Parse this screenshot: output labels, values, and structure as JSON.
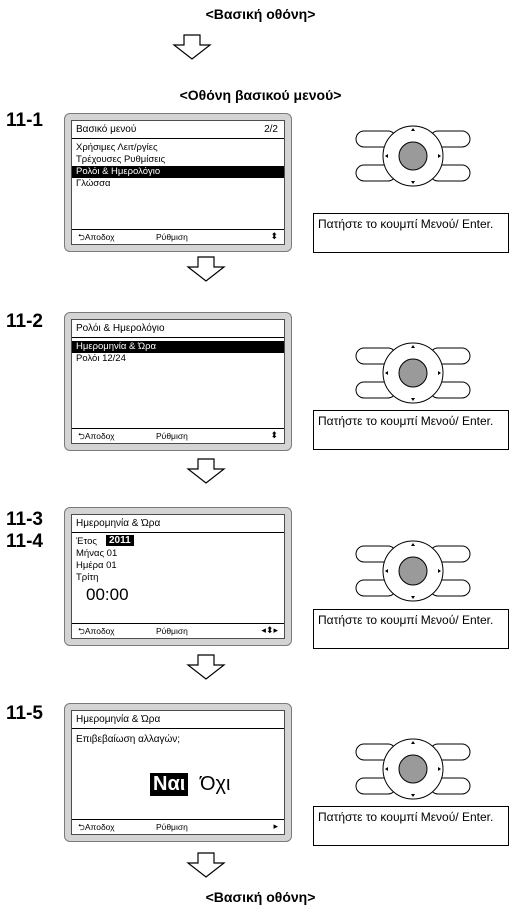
{
  "headings": {
    "top": "<Βασική οθόνη>",
    "menu": "<Οθόνη βασικού μενού>",
    "bottom": "<Βασική οθόνη>"
  },
  "instruction": "Πατήστε το κουμπί Μενού/ Enter.",
  "footer": {
    "back": "Αποδοχ",
    "set": "Ρύθμιση"
  },
  "steps": [
    {
      "label": "11-1",
      "title": "Βασικό μενού",
      "page": "2/2",
      "items": [
        "Χρήσιμες Λειτ/ργίες",
        "Τρέχουσες Ρυθμίσεις",
        "Ρολόι & Ημερολόγιο",
        "Γλώσσα"
      ],
      "nav_icon": "updown-icon"
    },
    {
      "label": "11-2",
      "title": "Ρολόι & Ημερολόγιο",
      "items": [
        "Ημερομηνία & Ώρα",
        "Ρολόι 12/24"
      ],
      "nav_icon": "updown-icon"
    },
    {
      "label": "11-3",
      "label2": "11-4",
      "title": "Ημερομηνία & Ώρα",
      "year_label": "Έτος",
      "year_value": "2011",
      "month": "Μήνας 01",
      "day": "Ημέρα 01",
      "weekday": "Τρίτη",
      "time": "00:00",
      "nav_icon": "leftright-updown-icon"
    },
    {
      "label": "11-5",
      "title": "Ημερομηνία & Ώρα",
      "question": "Επιβεβαίωση αλλαγών;",
      "yes": "Ναι",
      "no": "Όχι",
      "nav_icon": "right-arrow-icon"
    }
  ]
}
